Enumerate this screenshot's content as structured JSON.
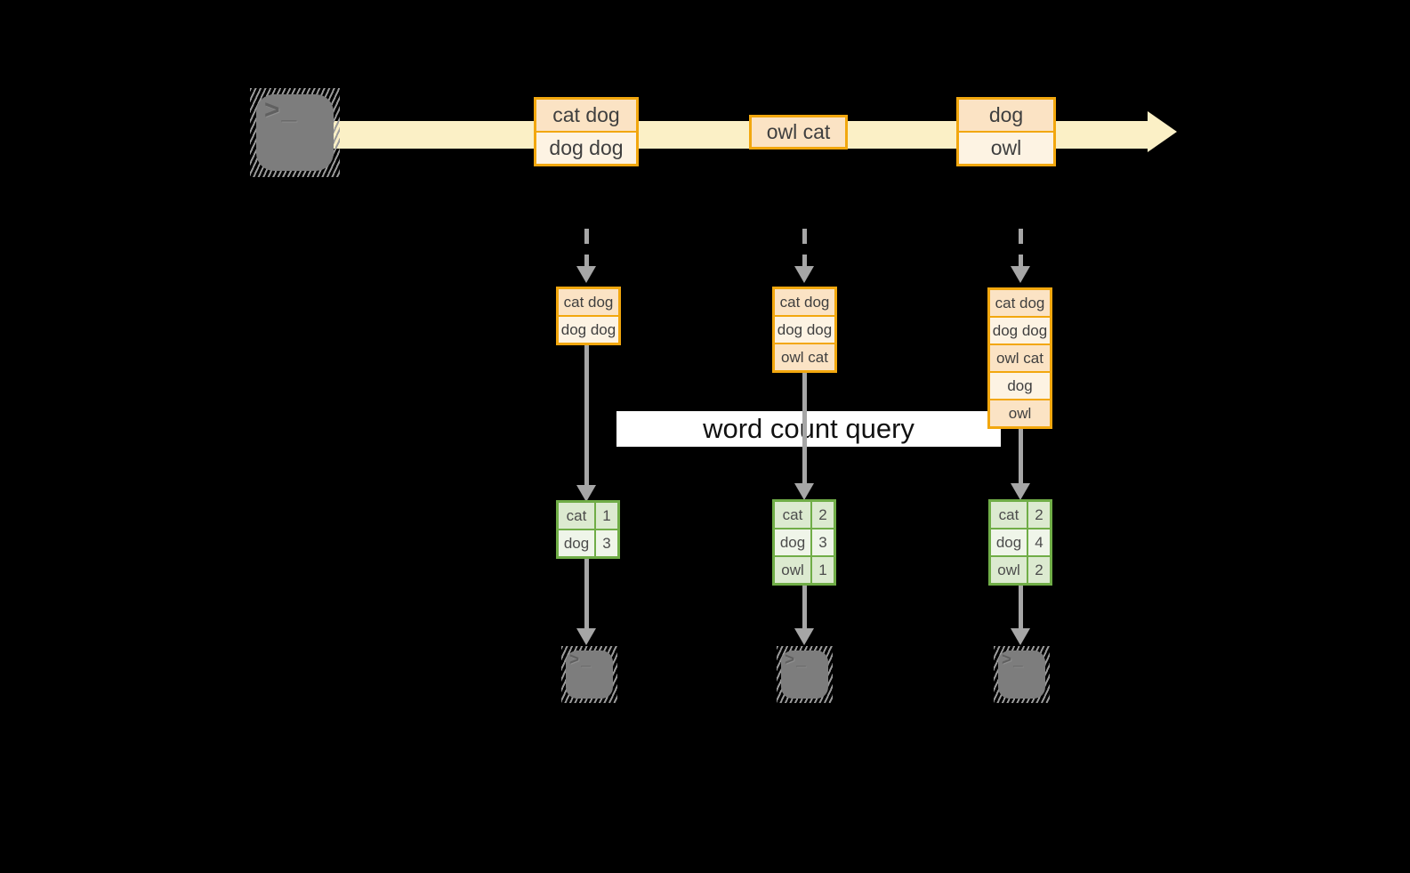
{
  "palette": {
    "background": "#000000",
    "stream_fill": "#FBF0C6",
    "record_border": "#F2A70E",
    "record_fill_dark": "#FBE3C4",
    "record_fill_light": "#FDF3E3",
    "table_border": "#70AD47",
    "table_fill_dark": "#DCEAD0",
    "table_fill_light": "#EFF5E9",
    "arrow_gray": "#A6A6A6",
    "terminal_gray": "#7D7D7D",
    "query_band_bg": "#FFFFFF"
  },
  "icons": {
    "source_terminal": "terminal-icon",
    "sink_terminal": "terminal-icon",
    "prompt": ">_"
  },
  "query": {
    "label": "word count query"
  },
  "stream": {
    "events": [
      {
        "rows": [
          "cat dog",
          "dog dog"
        ]
      },
      {
        "rows": [
          "owl cat"
        ]
      },
      {
        "rows": [
          "dog",
          "owl"
        ]
      }
    ]
  },
  "columns": [
    {
      "state_rows": [
        "cat dog",
        "dog dog"
      ],
      "result": [
        [
          "cat",
          "1"
        ],
        [
          "dog",
          "3"
        ]
      ]
    },
    {
      "state_rows": [
        "cat dog",
        "dog dog",
        "owl cat"
      ],
      "result": [
        [
          "cat",
          "2"
        ],
        [
          "dog",
          "3"
        ],
        [
          "owl",
          "1"
        ]
      ]
    },
    {
      "state_rows": [
        "cat dog",
        "dog dog",
        "owl cat",
        "dog",
        "owl"
      ],
      "result": [
        [
          "cat",
          "2"
        ],
        [
          "dog",
          "4"
        ],
        [
          "owl",
          "2"
        ]
      ]
    }
  ]
}
